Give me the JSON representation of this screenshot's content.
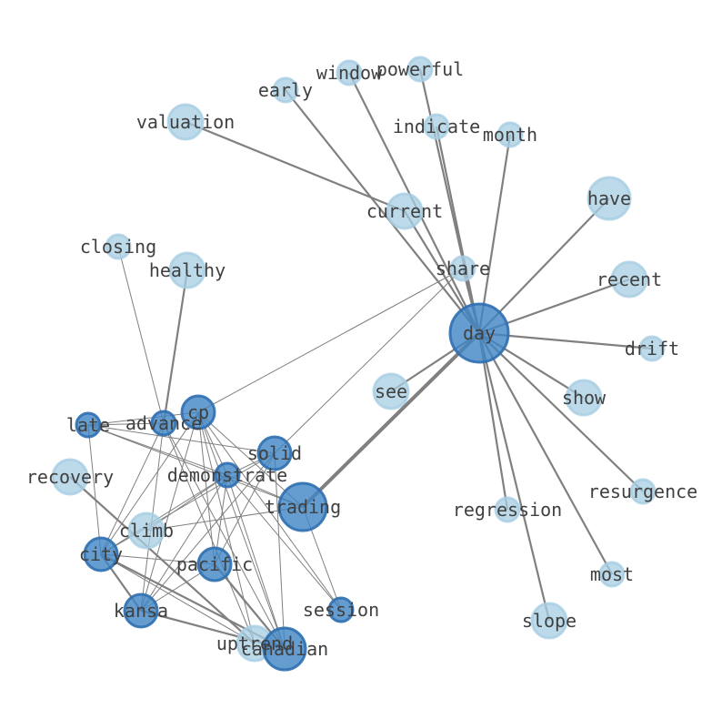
{
  "colors": {
    "light_fill": "#a6cde2",
    "light_stroke": "#a6cde2",
    "dark_fill": "#3f84c4",
    "dark_stroke": "#2f6fb0",
    "edge": "#808080",
    "label": "#404040"
  },
  "nodes": [
    {
      "id": "day",
      "label": "day",
      "tone": "dark"
    },
    {
      "id": "trading",
      "label": "trading",
      "tone": "dark"
    },
    {
      "id": "canadian",
      "label": "canadian",
      "tone": "dark"
    },
    {
      "id": "cp",
      "label": "cp",
      "tone": "dark"
    },
    {
      "id": "solid",
      "label": "solid",
      "tone": "dark"
    },
    {
      "id": "pacific",
      "label": "pacific",
      "tone": "dark"
    },
    {
      "id": "kansa",
      "label": "kansa",
      "tone": "dark"
    },
    {
      "id": "city",
      "label": "city",
      "tone": "dark"
    },
    {
      "id": "advance",
      "label": "advance",
      "tone": "dark"
    },
    {
      "id": "demonstrate",
      "label": "demonstrate",
      "tone": "dark"
    },
    {
      "id": "late",
      "label": "late",
      "tone": "dark"
    },
    {
      "id": "session",
      "label": "session",
      "tone": "dark"
    },
    {
      "id": "share",
      "label": "share",
      "tone": "light"
    },
    {
      "id": "current",
      "label": "current",
      "tone": "light"
    },
    {
      "id": "valuation",
      "label": "valuation",
      "tone": "light"
    },
    {
      "id": "early",
      "label": "early",
      "tone": "light"
    },
    {
      "id": "window",
      "label": "window",
      "tone": "light"
    },
    {
      "id": "powerful",
      "label": "powerful",
      "tone": "light"
    },
    {
      "id": "indicate",
      "label": "indicate",
      "tone": "light"
    },
    {
      "id": "month",
      "label": "month",
      "tone": "light"
    },
    {
      "id": "have",
      "label": "have",
      "tone": "light"
    },
    {
      "id": "recent",
      "label": "recent",
      "tone": "light"
    },
    {
      "id": "drift",
      "label": "drift",
      "tone": "light"
    },
    {
      "id": "show",
      "label": "show",
      "tone": "light"
    },
    {
      "id": "see",
      "label": "see",
      "tone": "light"
    },
    {
      "id": "resurgence",
      "label": "resurgence",
      "tone": "light"
    },
    {
      "id": "regression",
      "label": "regression",
      "tone": "light"
    },
    {
      "id": "most",
      "label": "most",
      "tone": "light"
    },
    {
      "id": "slope",
      "label": "slope",
      "tone": "light"
    },
    {
      "id": "closing",
      "label": "closing",
      "tone": "light"
    },
    {
      "id": "healthy",
      "label": "healthy",
      "tone": "light"
    },
    {
      "id": "recovery",
      "label": "recovery",
      "tone": "light"
    },
    {
      "id": "climb",
      "label": "climb",
      "tone": "light"
    },
    {
      "id": "uptrend",
      "label": "uptrend",
      "tone": "light"
    }
  ],
  "edges": [
    [
      "day",
      "trading",
      4
    ],
    [
      "day",
      "share",
      2
    ],
    [
      "day",
      "current",
      2
    ],
    [
      "day",
      "early",
      2
    ],
    [
      "day",
      "window",
      2
    ],
    [
      "day",
      "powerful",
      2
    ],
    [
      "day",
      "indicate",
      2
    ],
    [
      "day",
      "month",
      2
    ],
    [
      "day",
      "have",
      2
    ],
    [
      "day",
      "recent",
      2
    ],
    [
      "day",
      "drift",
      2
    ],
    [
      "day",
      "show",
      2
    ],
    [
      "day",
      "see",
      2
    ],
    [
      "day",
      "resurgence",
      2
    ],
    [
      "day",
      "regression",
      2
    ],
    [
      "day",
      "most",
      2
    ],
    [
      "day",
      "slope",
      2
    ],
    [
      "current",
      "valuation",
      2
    ],
    [
      "share",
      "cp",
      1
    ],
    [
      "share",
      "solid",
      1
    ],
    [
      "advance",
      "closing",
      1
    ],
    [
      "advance",
      "healthy",
      2
    ],
    [
      "advance",
      "kansa",
      1
    ],
    [
      "advance",
      "city",
      1
    ],
    [
      "advance",
      "canadian",
      1
    ],
    [
      "advance",
      "late",
      1
    ],
    [
      "cp",
      "late",
      1
    ],
    [
      "cp",
      "city",
      1
    ],
    [
      "cp",
      "kansa",
      1
    ],
    [
      "cp",
      "canadian",
      1
    ],
    [
      "cp",
      "pacific",
      1
    ],
    [
      "cp",
      "session",
      1
    ],
    [
      "cp",
      "demonstrate",
      1
    ],
    [
      "cp",
      "trading",
      1
    ],
    [
      "cp",
      "uptrend",
      1
    ],
    [
      "late",
      "solid",
      1
    ],
    [
      "late",
      "demonstrate",
      1
    ],
    [
      "late",
      "city",
      1
    ],
    [
      "late",
      "trading",
      1
    ],
    [
      "solid",
      "demonstrate",
      1
    ],
    [
      "solid",
      "kansa",
      1
    ],
    [
      "solid",
      "city",
      1
    ],
    [
      "solid",
      "pacific",
      1
    ],
    [
      "solid",
      "canadian",
      1
    ],
    [
      "demonstrate",
      "city",
      1
    ],
    [
      "demonstrate",
      "kansa",
      1
    ],
    [
      "demonstrate",
      "pacific",
      1
    ],
    [
      "demonstrate",
      "canadian",
      1
    ],
    [
      "demonstrate",
      "session",
      1
    ],
    [
      "demonstrate",
      "trading",
      1
    ],
    [
      "demonstrate",
      "climb",
      1
    ],
    [
      "city",
      "kansa",
      2
    ],
    [
      "city",
      "pacific",
      1
    ],
    [
      "city",
      "canadian",
      2
    ],
    [
      "city",
      "uptrend",
      1
    ],
    [
      "kansa",
      "pacific",
      1
    ],
    [
      "kansa",
      "canadian",
      2
    ],
    [
      "pacific",
      "canadian",
      2
    ],
    [
      "recovery",
      "uptrend",
      2
    ],
    [
      "trading",
      "session",
      1
    ],
    [
      "trading",
      "climb",
      1
    ],
    [
      "advance",
      "uptrend",
      1
    ]
  ]
}
